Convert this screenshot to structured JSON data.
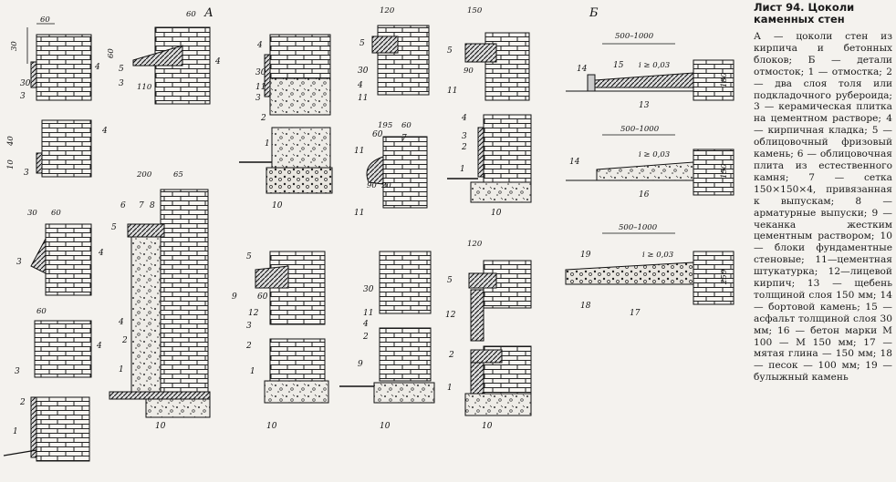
{
  "sheet": {
    "title": "Лист 94. Цоколи каменных стен",
    "legend": "А — цоколи стен из кирпича и бетонных блоков; Б — детали отмосток; 1 — отмостка; 2 — два слоя толя или подкладочного рубероида; 3 — керамическая плитка на цементном растворе; 4 — кирпичная кладка; 5 — облицовочный фризовый камень; 6 — облицовочная плита из естественного камня; 7 — сетка 150×150×4, привязанная к выпускам; 8 — арматурные выпуски; 9 — чеканка жестким цементным раствором; 10 — блоки фундаментные стеновые; 11—цементная штукатурка; 12—лицевой кирпич; 13 — щебень толщиной слоя 150 мм; 14 — бортовой камень; 15 — асфальт толщиной слоя 30 мм; 16 — бетон марки М 100 — М 150 мм; 17 — мятая глина — 150 мм; 18 — песок — 100 мм; 19 — булыжный камень"
  },
  "groups": {
    "a": "А",
    "b": "Б"
  },
  "dims": {
    "d60": "60",
    "d30": "30",
    "d10": "10",
    "d40": "40",
    "d200": "200",
    "d65": "65",
    "d120": "120",
    "d150": "150",
    "d195": "195",
    "d90": "90",
    "d20": "20",
    "d110": "110",
    "span": "500–1000",
    "slope": "i ≥ 0,03",
    "h180": "180",
    "h150": "150",
    "h250": "250"
  },
  "callouts": {
    "n1": "1",
    "n2": "2",
    "n3": "3",
    "n4": "4",
    "n5": "5",
    "n6": "6",
    "n7": "7",
    "n8": "8",
    "n9": "9",
    "n10": "10",
    "n11": "11",
    "n12": "12",
    "n13": "13",
    "n14": "14",
    "n15": "15",
    "n16": "16",
    "n17": "17",
    "n18": "18",
    "n19": "19"
  }
}
